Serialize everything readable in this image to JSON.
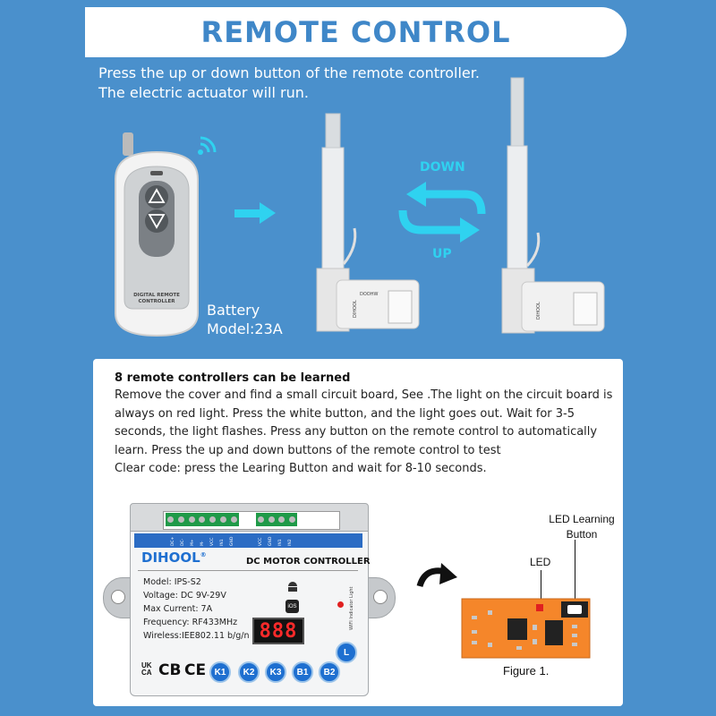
{
  "title": "REMOTE CONTROL",
  "intro": {
    "line1": "Press the up or down button of the remote controller.",
    "line2": "The electric actuator will run."
  },
  "remote": {
    "label_line1": "DIGITAL REMOTE",
    "label_line2": "CONTROLLER"
  },
  "battery": {
    "line1": "Battery",
    "line2": "Model:23A"
  },
  "actuator": {
    "brand": "DIHOOL",
    "sticker": "DOOHW"
  },
  "direction": {
    "down": "DOWN",
    "up": "UP"
  },
  "learning": {
    "heading": "8 remote controllers can be learned",
    "body": "Remove the cover and find a small circuit board, See .The light on the circuit board is always on red light. Press the white button, and the light goes out. Wait for 3-5 seconds, the light flashes. Press any button on the remote control to automatically learn. Press the up and down buttons of the remote control to test",
    "clear": "Clear code: press the Learing Button and wait for 8-10 seconds."
  },
  "controller": {
    "brand": "DIHOOL",
    "reg": "®",
    "name": "DC MOTOR CONTROLLER",
    "specs": [
      "Model: IPS-S2",
      "Voltage: DC 9V-29V",
      "Max Current: 7A",
      "Frequency: RF433MHz",
      "Wireless:IEE802.11 b/g/n"
    ],
    "display": "888",
    "wifi_label": "WIFI Indicator Light",
    "ios": "iOS",
    "buttons": [
      "K1",
      "K2",
      "K3",
      "B1",
      "B2"
    ],
    "l_button": "L",
    "marks": {
      "ukca_top": "UK",
      "ukca_bottom": "CA",
      "cb": "CB",
      "ce": "CE"
    },
    "terminals_left": [
      "DC+",
      "DC-",
      "M+",
      "M-",
      "VCC",
      "IN1",
      "GND"
    ],
    "terminals_right": [
      "VCC",
      "GND",
      "IN1",
      "IN2"
    ]
  },
  "figure": {
    "led_learning_line1": "LED Learning",
    "led_learning_line2": "Button",
    "led": "LED",
    "caption": "Figure 1."
  },
  "colors": {
    "background": "#4a90cc",
    "title_text": "#3f87c8",
    "arrow_cyan": "#2fd2f0",
    "pcb_orange": "#f5862a",
    "controller_blue": "#1e6fd0"
  }
}
